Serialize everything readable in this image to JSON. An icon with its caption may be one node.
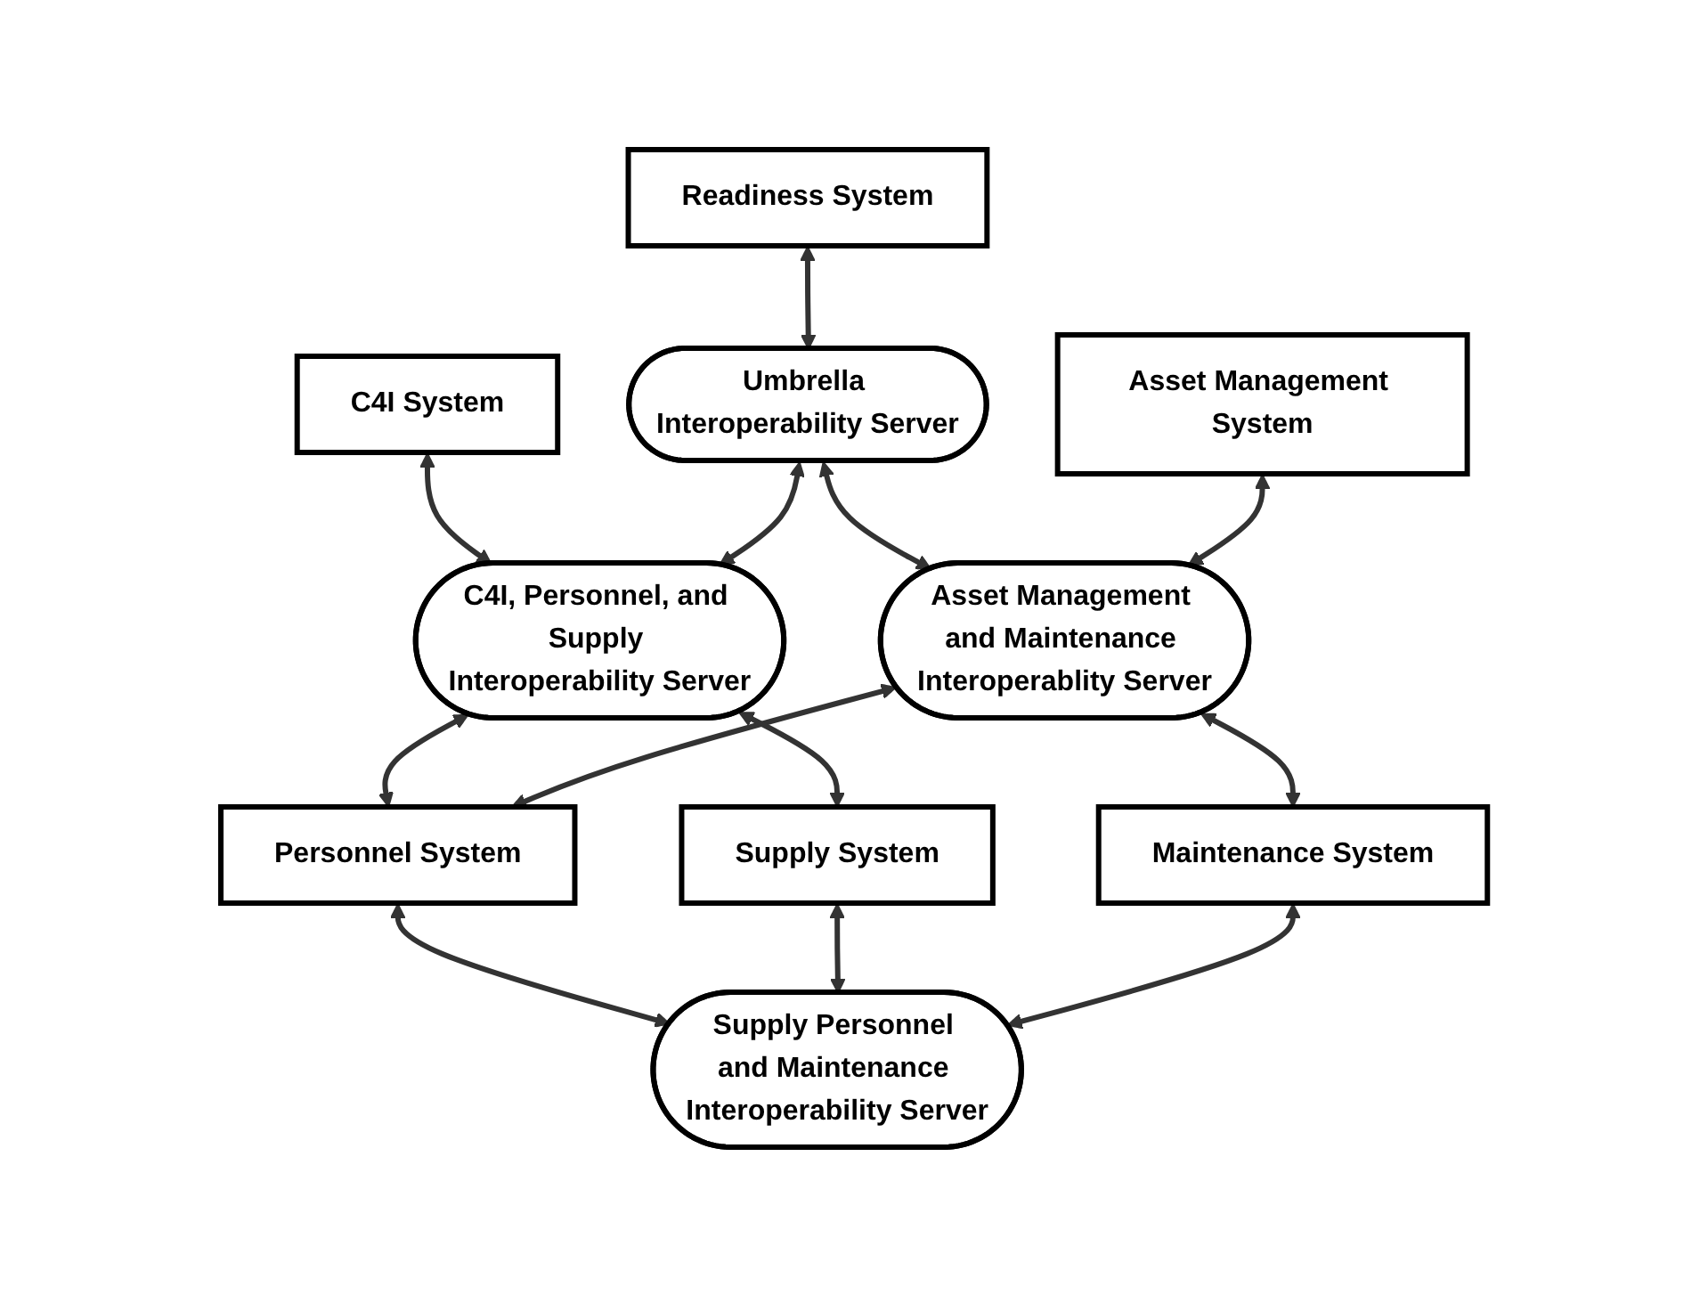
{
  "diagram": {
    "nodes": [
      {
        "text": [
          "Readiness System"
        ]
      },
      {
        "text": [
          "C4I System"
        ]
      },
      {
        "text": [
          "Umbrella Interoperability Server"
        ]
      },
      {
        "text": [
          "Asset Management System"
        ]
      },
      {
        "text": [
          "C4I, Personnel, and Supply Interoperability Server"
        ]
      },
      {
        "text": [
          "Personnel System"
        ]
      },
      {
        "text": [
          "Asset Management and Maintenance Interoperablity Server"
        ]
      },
      {
        "text": [
          "Supply System"
        ]
      },
      {
        "text": [
          "Supply Personnel and Maintenance Interoperability Server"
        ]
      },
      {
        "text": [
          "Maintenance System"
        ]
      }
    ],
    "edges": [
      {
        "from": 0,
        "to": 2,
        "arrow": "both"
      },
      {
        "from": 1,
        "to": 4,
        "arrow": "both"
      },
      {
        "from": 2,
        "to": 4,
        "arrow": "both"
      },
      {
        "from": 2,
        "to": 6,
        "arrow": "both"
      },
      {
        "from": 3,
        "to": 6,
        "arrow": "both"
      },
      {
        "from": 4,
        "to": 5,
        "arrow": "both"
      },
      {
        "from": 6,
        "to": 5,
        "arrow": "both"
      },
      {
        "from": 5,
        "to": 8,
        "arrow": "both"
      },
      {
        "from": 4,
        "to": 7,
        "arrow": "both"
      },
      {
        "from": 7,
        "to": 8,
        "arrow": "both"
      },
      {
        "from": 9,
        "to": 8,
        "arrow": "both"
      },
      {
        "from": 6,
        "to": 9,
        "arrow": "both"
      }
    ]
  }
}
